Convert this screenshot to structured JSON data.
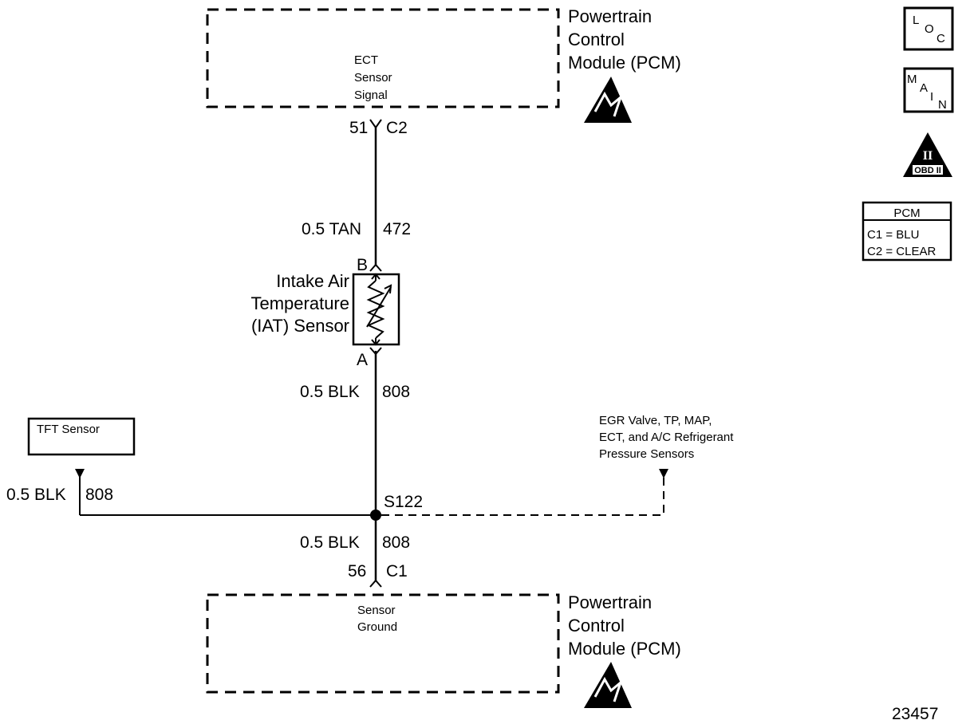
{
  "pcm_top": {
    "title_lines": [
      "Powertrain",
      "Control",
      "Module (PCM)"
    ],
    "signal_lines": [
      "ECT",
      "Sensor",
      "Signal"
    ],
    "pin": "51",
    "connector": "C2"
  },
  "wire_upper": {
    "size_color": "0.5 TAN",
    "circuit": "472"
  },
  "iat_sensor": {
    "label_lines": [
      "Intake Air",
      "Temperature",
      "(IAT) Sensor"
    ],
    "terminal_top": "B",
    "terminal_bottom": "A"
  },
  "wire_mid": {
    "size_color": "0.5 BLK",
    "circuit": "808"
  },
  "tft_sensor": {
    "label": "TFT Sensor"
  },
  "wire_left": {
    "size_color": "0.5 BLK",
    "circuit": "808"
  },
  "splice": {
    "label": "S122"
  },
  "other_sensors": {
    "label_lines": [
      "EGR Valve, TP, MAP,",
      "ECT, and A/C Refrigerant",
      "Pressure Sensors"
    ]
  },
  "wire_lower": {
    "size_color": "0.5 BLK",
    "circuit": "808"
  },
  "pcm_bottom": {
    "title_lines": [
      "Powertrain",
      "Control",
      "Module (PCM)"
    ],
    "ground_lines": [
      "Sensor",
      "Ground"
    ],
    "pin": "56",
    "connector": "C1"
  },
  "legend": {
    "loc": [
      "L",
      "O",
      "C"
    ],
    "main": [
      "M",
      "A",
      "I",
      "N"
    ],
    "obd": {
      "numeral": "II",
      "label": "OBD II"
    },
    "pcm_table": {
      "header": "PCM",
      "rows": [
        "C1 = BLU",
        "C2 = CLEAR"
      ]
    }
  },
  "figure_number": "23457"
}
